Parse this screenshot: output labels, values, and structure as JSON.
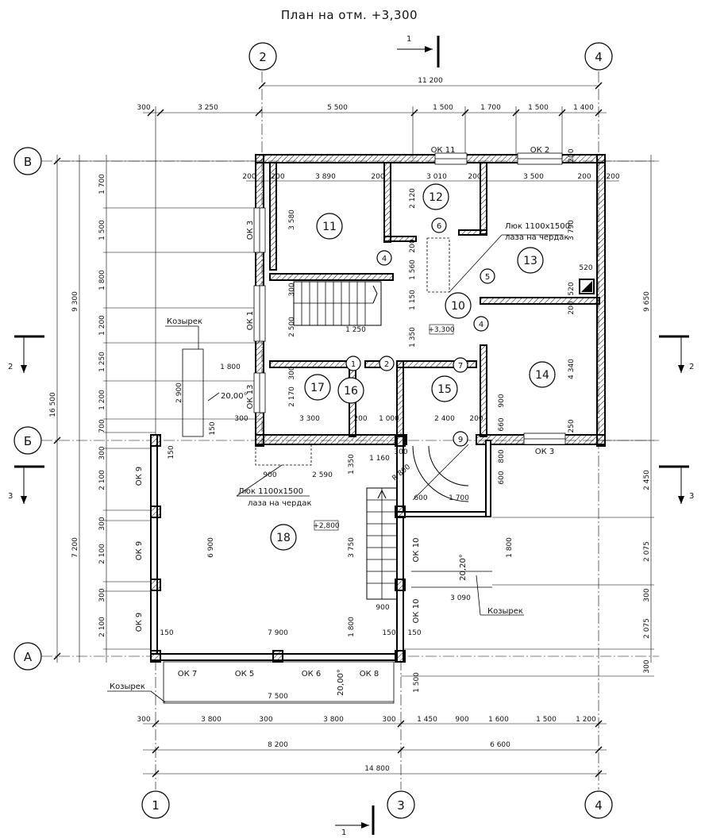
{
  "title": "План на отм. +3,300",
  "axes": {
    "top_left": "2",
    "top_right": "4",
    "bottom_1": "1",
    "bottom_3": "3",
    "bottom_4": "4",
    "left_v": "В",
    "left_b": "Б",
    "left_a": "А"
  },
  "sections": {
    "s1_top": "1",
    "s1_bottom": "1",
    "s2_left": "2",
    "s2_right": "2",
    "s3_left": "3",
    "s3_right": "3"
  },
  "rooms": {
    "r10": "10",
    "r11": "11",
    "r12": "12",
    "r13": "13",
    "r14": "14",
    "r15": "15",
    "r16": "16",
    "r17": "17",
    "r18": "18"
  },
  "doors": {
    "d1": "1",
    "d2": "2",
    "d4a": "4",
    "d4b": "4",
    "d5": "5",
    "d6": "6",
    "d7": "7",
    "d9": "9"
  },
  "labels": {
    "hatch1_line1": "Люк 1100х1500",
    "hatch1_line2": "лаза на чердак",
    "hatch2_line1": "Люк 1100х1500",
    "hatch2_line2": "лаза на чердак",
    "canopy1": "Козырек",
    "canopy2": "Козырек",
    "canopy3": "Козырек",
    "level_upper": "+3,300",
    "level_lower": "+2,800",
    "angle1": "20,00°",
    "angle2": "20,20°",
    "angle3": "20,00°",
    "radius": "R 800"
  },
  "windows": {
    "ok1": "ОК 1",
    "ok2": "ОК 2",
    "ok3a": "ОК 3",
    "ok3b": "ОК 3",
    "ok5": "ОК 5",
    "ok6": "ОК 6",
    "ok7": "ОК 7",
    "ok8": "ОК 8",
    "ok9a": "ОК 9",
    "ok9b": "ОК 9",
    "ok9c": "ОК 9",
    "ok10a": "ОК 10",
    "ok10b": "ОК 10",
    "ok11": "ОК 11",
    "ok13": "ОК 13"
  },
  "dims": {
    "top_total": "11 200",
    "top_row": [
      "300",
      "3 250",
      "5 500",
      "1 500",
      "1 700",
      "1 500",
      "1 400"
    ],
    "inner_top": [
      "200",
      "200",
      "3 890",
      "200",
      "3 010",
      "200",
      "3 500",
      "200",
      "200"
    ],
    "bottom_row": [
      "300",
      "3 800",
      "300",
      "3 800",
      "300",
      "1 450",
      "900",
      "1 600",
      "1 500",
      "1 200"
    ],
    "bottom_mid": [
      "8 200",
      "6 600"
    ],
    "bottom_total": "14 800",
    "left_outer": [
      "16 500",
      "9 300",
      "7 200"
    ],
    "left_inner": [
      "1 700",
      "1 500",
      "1 800",
      "1 200",
      "1 250",
      "1 200",
      "700",
      "300",
      "2 100",
      "300",
      "2 100",
      "300",
      "2 100"
    ],
    "right_outer": [
      "9 650",
      "2 450",
      "2 075",
      "300",
      "2 075",
      "300"
    ],
    "misc": [
      "3 580",
      "2 120",
      "1 560",
      "1 150",
      "1 350",
      "2 500",
      "1 250",
      "300",
      "2 170",
      "1 800",
      "2 900",
      "3 300",
      "1 000",
      "2 400",
      "200",
      "300",
      "1 160",
      "2 590",
      "900",
      "1 350",
      "3 750",
      "1 800",
      "900",
      "6 900",
      "7 900",
      "7 500",
      "150",
      "1 500",
      "3 090",
      "1 800",
      "600",
      "1 700",
      "600",
      "800",
      "660",
      "900",
      "3 790",
      "4 340",
      "520",
      "520",
      "200",
      "250",
      "150",
      "150",
      "150",
      "150",
      "200",
      "200",
      "200",
      "300",
      "300"
    ]
  }
}
